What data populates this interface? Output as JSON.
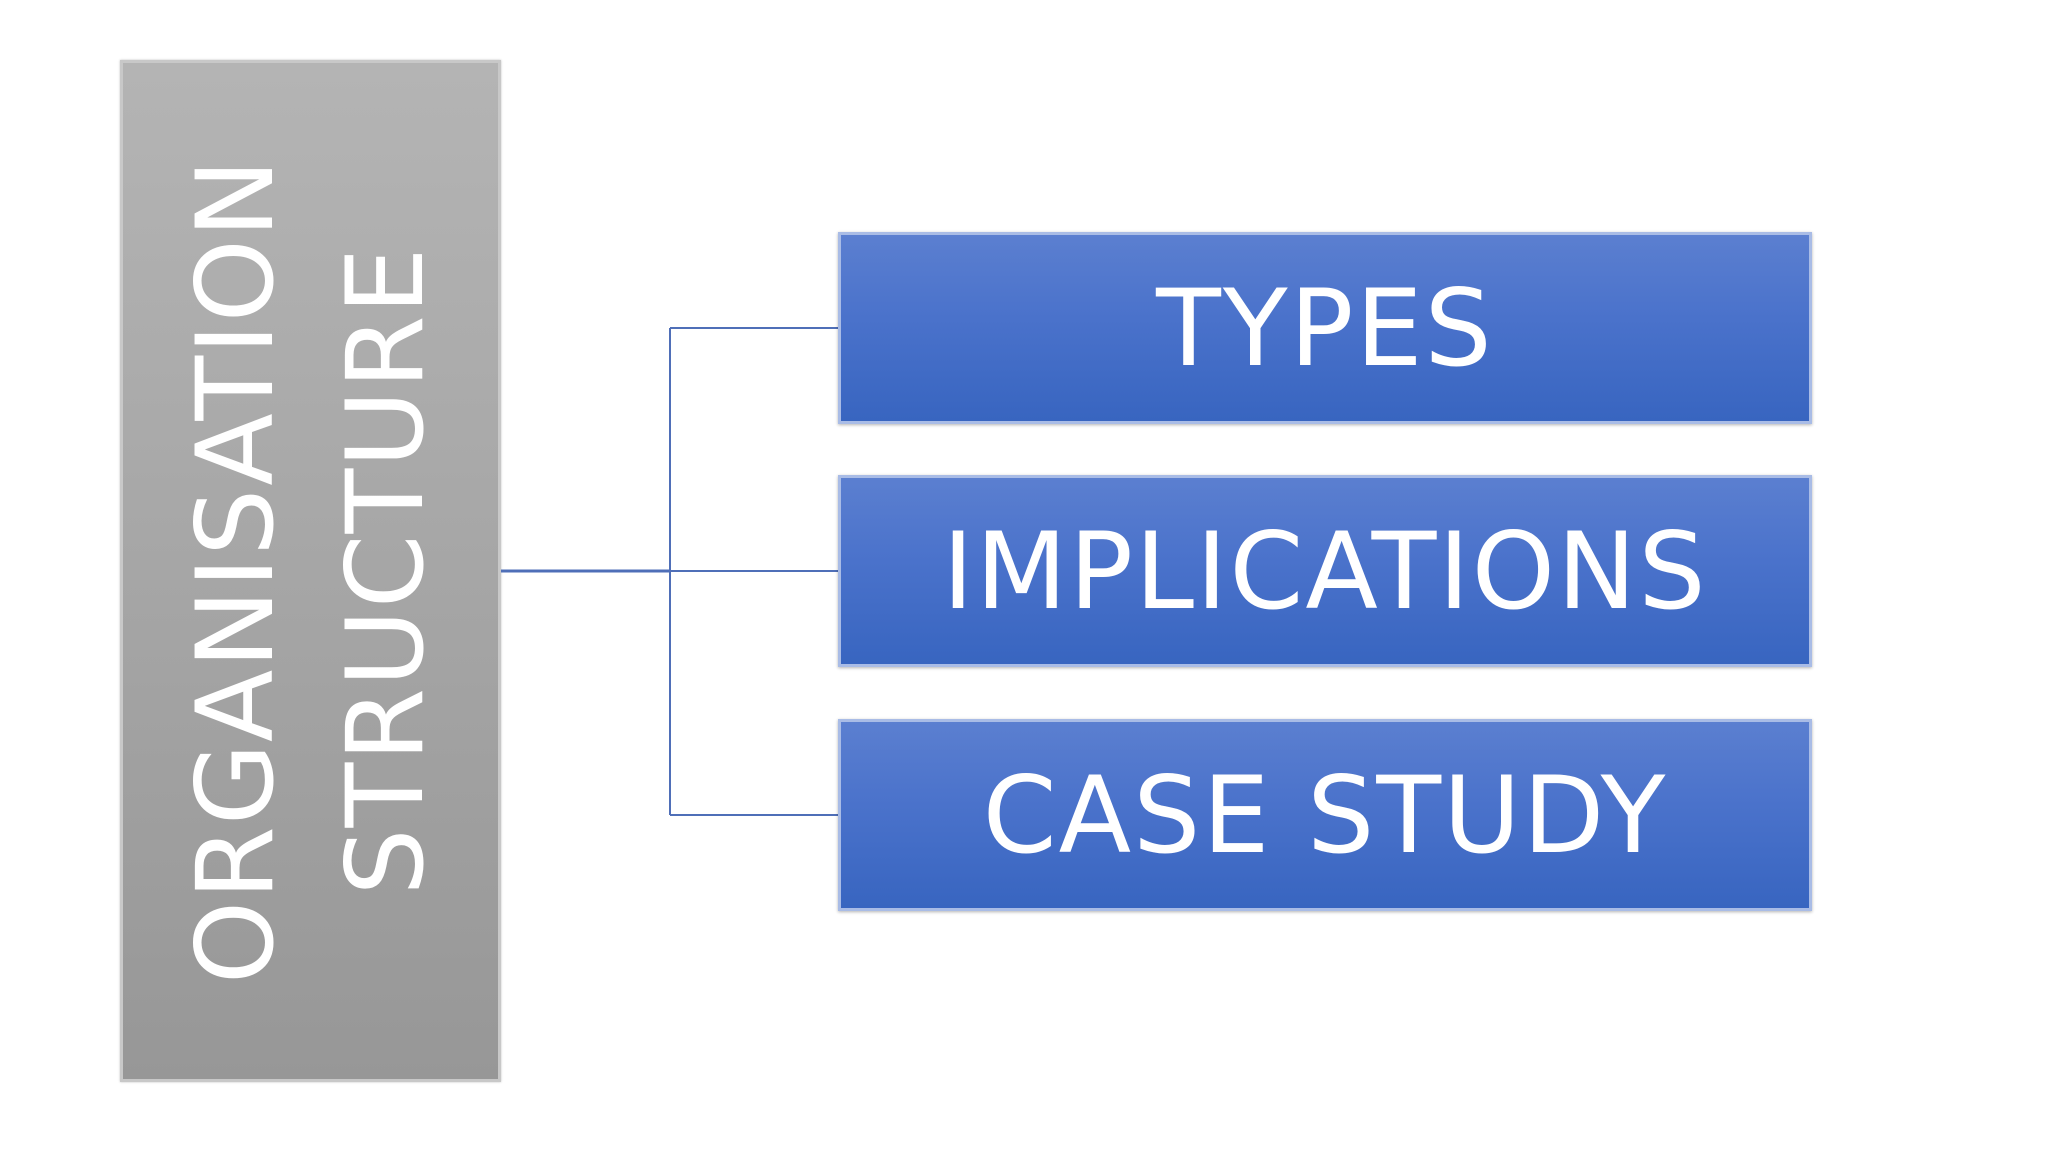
{
  "diagram": {
    "root": {
      "line1": "ORGANISATION",
      "line2": "STRUCTURE"
    },
    "children": [
      {
        "label": "TYPES"
      },
      {
        "label": "IMPLICATIONS"
      },
      {
        "label": "CASE STUDY"
      }
    ]
  },
  "colors": {
    "root_fill": "#a6a6a6",
    "child_fill": "#4a72cb",
    "connector": "#4f6fb8",
    "text": "#ffffff"
  }
}
